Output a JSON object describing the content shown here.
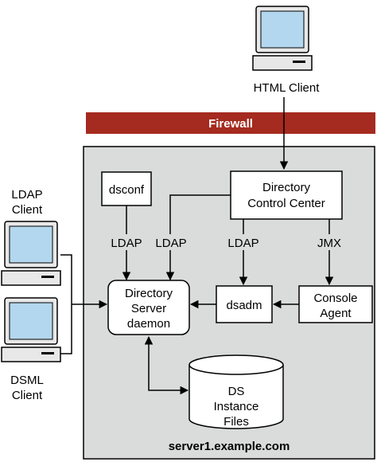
{
  "diagram": {
    "clients": {
      "html_client": "HTML Client",
      "ldap_client": [
        "LDAP",
        "Client"
      ],
      "dsml_client": [
        "DSML",
        "Client"
      ]
    },
    "firewall_label": "Firewall",
    "server_label": "server1.example.com",
    "components": {
      "dsconf": "dsconf",
      "dcc": [
        "Directory",
        "Control Center"
      ],
      "daemon": [
        "Directory",
        "Server",
        "daemon"
      ],
      "dsadm": "dsadm",
      "console_agent": [
        "Console",
        "Agent"
      ],
      "ds_files": [
        "DS",
        "Instance",
        "Files"
      ]
    },
    "edge_labels": {
      "dsconf_ldap": "LDAP",
      "dcc_ldap_daemon": "LDAP",
      "dcc_ldap_dsadm": "LDAP",
      "dcc_jmx": "JMX"
    },
    "colors": {
      "firewall": "#A52A1F",
      "server_box": "#D9DCDA",
      "monitor_screen": "#B3D7EE",
      "monitor_body": "#E8E8E8"
    }
  }
}
